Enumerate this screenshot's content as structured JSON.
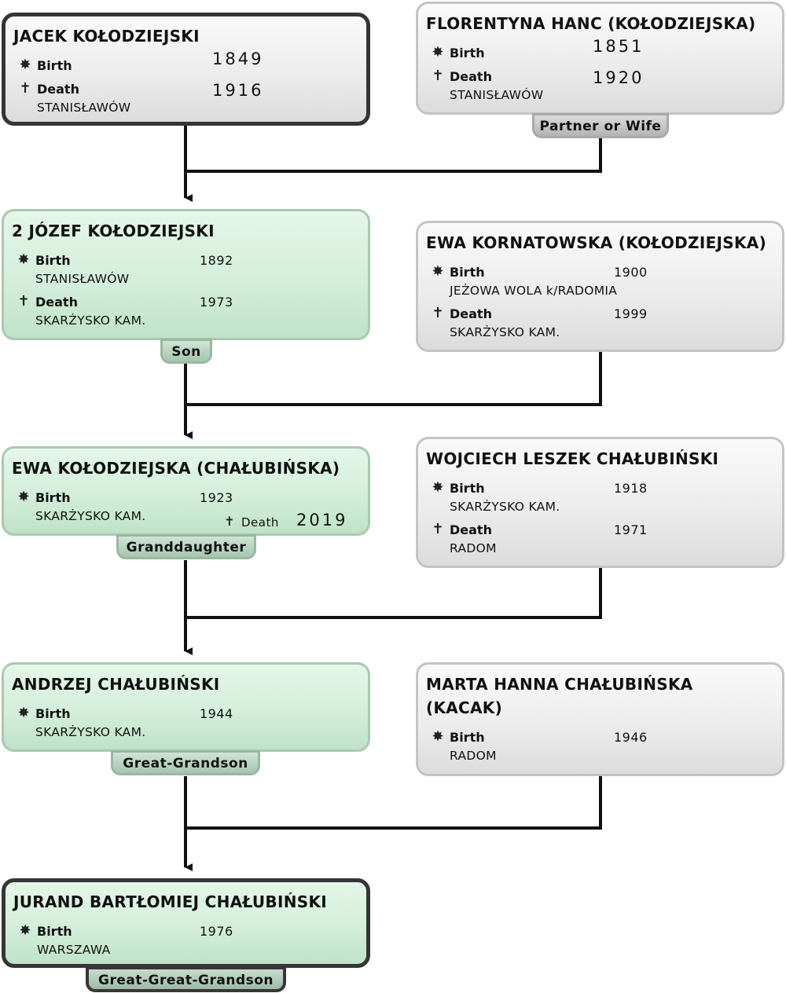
{
  "people": {
    "p1": {
      "name": "JACEK KOŁODZIEJSKI",
      "birth_label": "Birth",
      "birth_year": "1849",
      "death_label": "Death",
      "death_year": "1916",
      "death_place": "STANISŁAWÓW"
    },
    "p1w": {
      "name": "FLORENTYNA HANC (KOŁODZIEJSKA)",
      "birth_label": "Birth",
      "birth_year": "1851",
      "death_label": "Death",
      "death_year": "1920",
      "death_place": "STANISŁAWÓW",
      "role": "Partner or Wife"
    },
    "p2": {
      "name": "2  JÓZEF KOŁODZIEJSKI",
      "birth_label": "Birth",
      "birth_year": "1892",
      "birth_place": "STANISŁAWÓW",
      "death_label": "Death",
      "death_year": "1973",
      "death_place": "SKARŻYSKO KAM.",
      "role": "Son"
    },
    "p2w": {
      "name": "EWA KORNATOWSKA (KOŁODZIEJSKA)",
      "birth_label": "Birth",
      "birth_year": "1900",
      "birth_place": "JEŻOWA WOLA  k/RADOMIA",
      "death_label": "Death",
      "death_year": "1999",
      "death_place": "SKARŻYSKO KAM."
    },
    "p3": {
      "name": "EWA KOŁODZIEJSKA (CHAŁUBIŃSKA)",
      "birth_label": "Birth",
      "birth_year": "1923",
      "birth_place": "SKARŻYSKO KAM.",
      "death_label": "Death",
      "death_year": "2019",
      "role": "Granddaughter"
    },
    "p3h": {
      "name": "WOJCIECH  LESZEK CHAŁUBIŃSKI",
      "birth_label": "Birth",
      "birth_year": "1918",
      "birth_place": "SKARŻYSKO KAM.",
      "death_label": "Death",
      "death_year": "1971",
      "death_place": "RADOM"
    },
    "p4": {
      "name": "ANDRZEJ CHAŁUBIŃSKI",
      "birth_label": "Birth",
      "birth_year": "1944",
      "birth_place": "SKARŻYSKO KAM.",
      "role": "Great-Grandson"
    },
    "p4w": {
      "name_line1": "MARTA HANNA CHAŁUBIŃSKA",
      "name_line2": "(KACAK)",
      "birth_label": "Birth",
      "birth_year": "1946",
      "birth_place": "RADOM"
    },
    "p5": {
      "name": "JURAND BARTŁOMIEJ CHAŁUBIŃSKI",
      "birth_label": "Birth",
      "birth_year": "1976",
      "birth_place": "WARSZAWA",
      "role": "Great-Great-Grandson"
    }
  },
  "icons": {
    "birth": "birth-star-icon",
    "death": "cross-icon"
  },
  "colors": {
    "card_green": "#d4eedb",
    "card_grey": "#ececec",
    "focus_border": "#353535",
    "connector": "#111111"
  }
}
